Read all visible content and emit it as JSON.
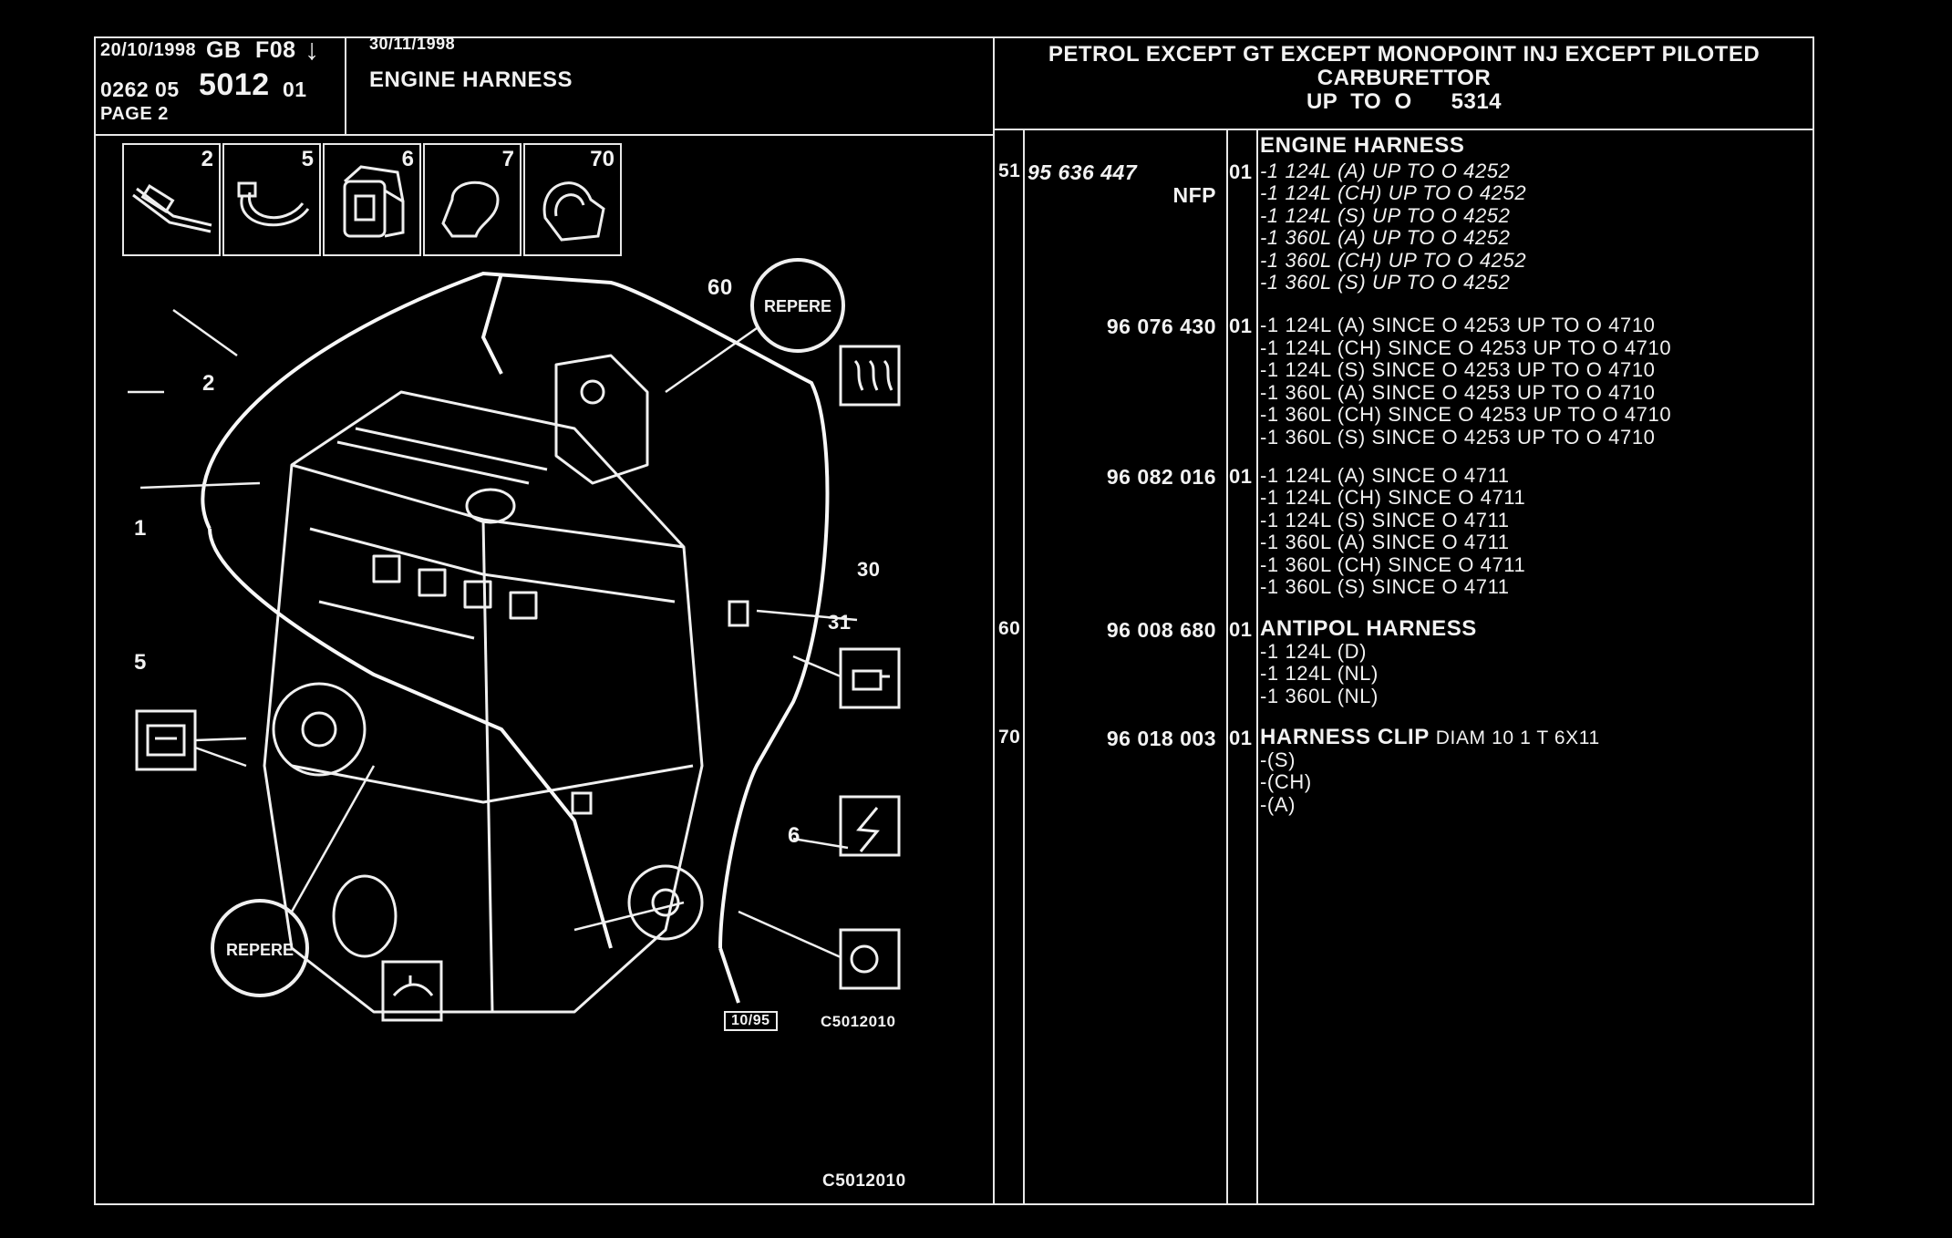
{
  "header": {
    "date_left": "20/10/1998",
    "lang": "GB",
    "section": "F08",
    "arrow": "↓",
    "ref_prefix": "0262  05",
    "ref_main": "5012",
    "ref_suffix": "01",
    "page": "PAGE  2",
    "date_right": "30/11/1998",
    "title": "ENGINE HARNESS",
    "applic_line1": "PETROL EXCEPT  GT EXCEPT  MONOPOINT INJ EXCEPT  PILOTED",
    "applic_line2": "CARBURETTOR",
    "applic_line3": "UP  TO  O      5314"
  },
  "tools": [
    {
      "num": "2",
      "icon": "cable-icon"
    },
    {
      "num": "5",
      "icon": "tie-icon"
    },
    {
      "num": "6",
      "icon": "clip-icon"
    },
    {
      "num": "7",
      "icon": "grommet-icon"
    },
    {
      "num": "70",
      "icon": "harness-clip-icon"
    }
  ],
  "diagram": {
    "callouts": [
      "60",
      "2",
      "1",
      "5",
      "30",
      "31",
      "6"
    ],
    "stamp_label": "REPERE",
    "footer_code_box": "10/95",
    "footer_code": "C5012010",
    "bottom_code": "C5012010"
  },
  "parts": [
    {
      "ref": "51",
      "part_no": "95 636 447",
      "part_italic": true,
      "nfp": "NFP",
      "qty": "01",
      "heading": "ENGINE HARNESS",
      "lines": [
        "-1 124L (A) UP  TO  O  4252",
        "-1 124L (CH) UP  TO  O  4252",
        "-1 124L (S) UP  TO  O  4252",
        "-1 360L (A) UP  TO  O  4252",
        "-1 360L (CH) UP  TO  O  4252",
        "-1 360L (S) UP  TO  O  4252"
      ]
    },
    {
      "ref": "",
      "part_no": "96 076 430",
      "qty": "01",
      "lines": [
        "-1 124L (A) SINCE  O  4253 UP  TO  O  4710",
        "-1 124L (CH) SINCE  O  4253 UP  TO  O  4710",
        "-1 124L (S) SINCE  O  4253 UP  TO  O  4710",
        "-1 360L (A) SINCE  O  4253 UP  TO  O  4710",
        "-1 360L (CH) SINCE  O  4253 UP  TO  O  4710",
        "-1 360L (S) SINCE  O  4253 UP  TO  O  4710"
      ]
    },
    {
      "ref": "",
      "part_no": "96 082 016",
      "qty": "01",
      "lines": [
        "-1 124L (A) SINCE  O  4711",
        "-1 124L (CH) SINCE  O  4711",
        "-1 124L (S) SINCE  O  4711",
        "-1 360L (A) SINCE  O  4711",
        "-1 360L (CH) SINCE  O  4711",
        "-1 360L (S) SINCE  O  4711"
      ]
    },
    {
      "ref": "60",
      "part_no": "96 008 680",
      "qty": "01",
      "heading": "ANTIPOL HARNESS",
      "lines": [
        "-1 124L (D)",
        "-1 124L (NL)",
        "-1 360L (NL)"
      ]
    },
    {
      "ref": "70",
      "part_no": "96 018 003",
      "qty": "01",
      "heading": "HARNESS CLIP",
      "heading_suffix": "DIAM 10 1 T 6X11",
      "lines": [
        "-(S)",
        "-(CH)",
        "-(A)"
      ]
    }
  ]
}
